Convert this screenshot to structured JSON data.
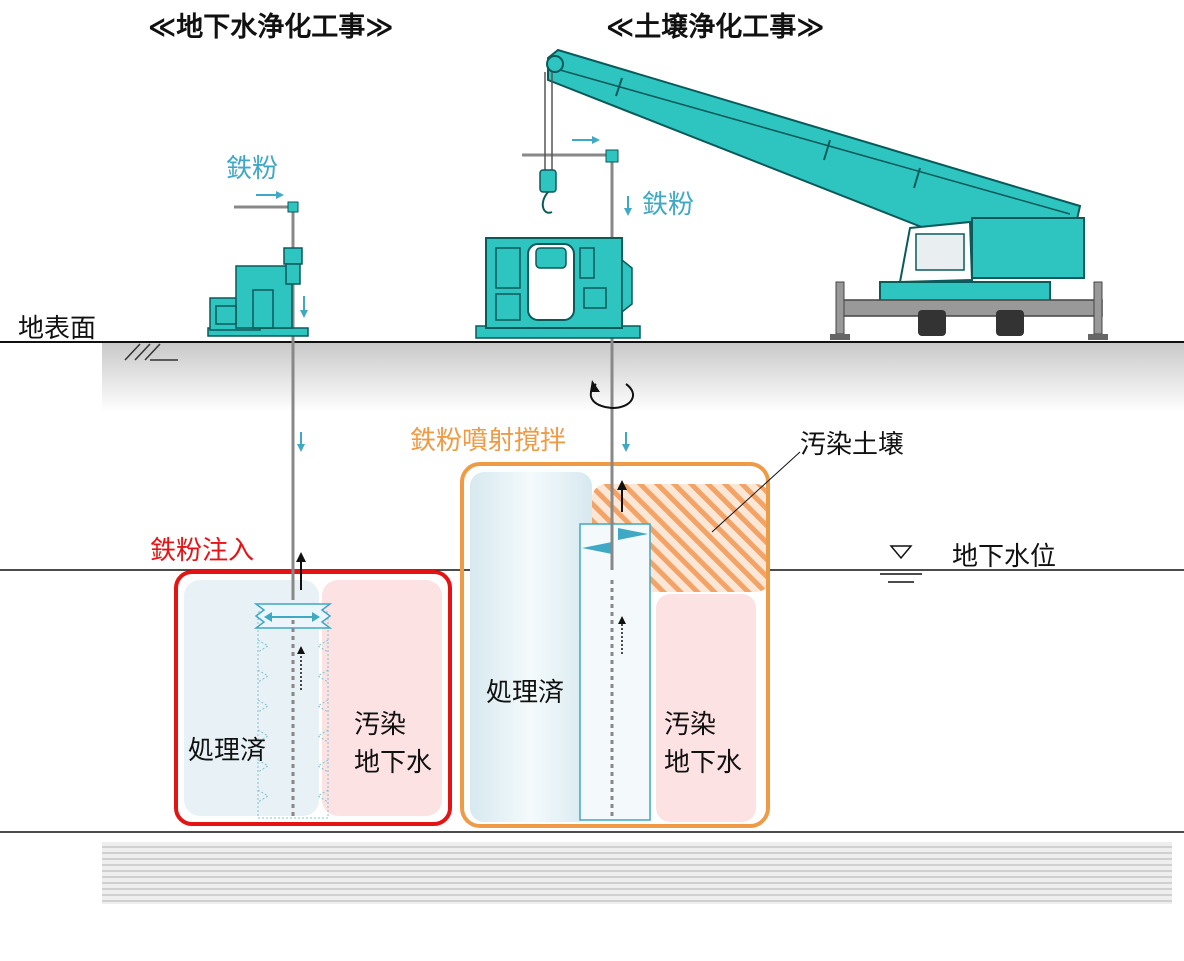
{
  "titles": {
    "groundwater": "≪地下水浄化工事≫",
    "soil": "≪土壌浄化工事≫"
  },
  "labels": {
    "ground_surface": "地表面",
    "iron_powder_left": "鉄粉",
    "iron_powder_right": "鉄粉",
    "iron_injection": "鉄粉注入",
    "iron_jet_mixing": "鉄粉噴射撹拌",
    "contaminated_soil": "汚染土壌",
    "groundwater_level": "地下水位",
    "treated_left": "処理済",
    "treated_right": "処理済",
    "contaminated_left_1": "汚染",
    "contaminated_left_2": "地下水",
    "contaminated_right_1": "汚染",
    "contaminated_right_2": "地下水"
  },
  "colors": {
    "machine": "#2ec4c0",
    "machine_dark": "#0b5a5a",
    "injection_frame": "#e41414",
    "mixing_frame": "#ef9a45",
    "treated_fill": "#e6f1f5",
    "contaminated_fill": "#fde2e4",
    "contaminated_soil_hatch": "#f4a366",
    "arrow_cyan": "#3fa8c4"
  }
}
